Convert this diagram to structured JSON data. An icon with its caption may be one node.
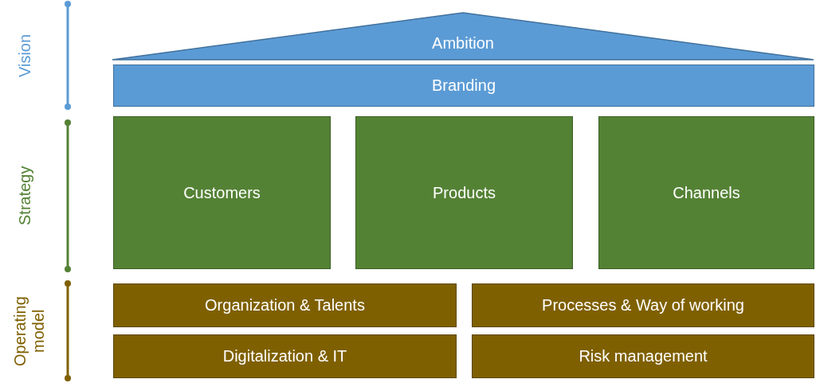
{
  "diagram": {
    "nodes": [
      {
        "text": [
          "Ambition"
        ]
      },
      {
        "text": [
          "Branding"
        ]
      },
      {
        "text": [
          "Customers"
        ]
      },
      {
        "text": [
          "Products"
        ]
      },
      {
        "text": [
          "Channels"
        ]
      },
      {
        "text": [
          "Organization & Talents"
        ]
      },
      {
        "text": [
          "Processes & Way of working"
        ]
      },
      {
        "text": [
          "Digitalization & IT"
        ]
      },
      {
        "text": [
          "Risk management"
        ]
      }
    ],
    "edges": [],
    "labels": [
      "Vision",
      "Strategy",
      "Operating model"
    ]
  }
}
